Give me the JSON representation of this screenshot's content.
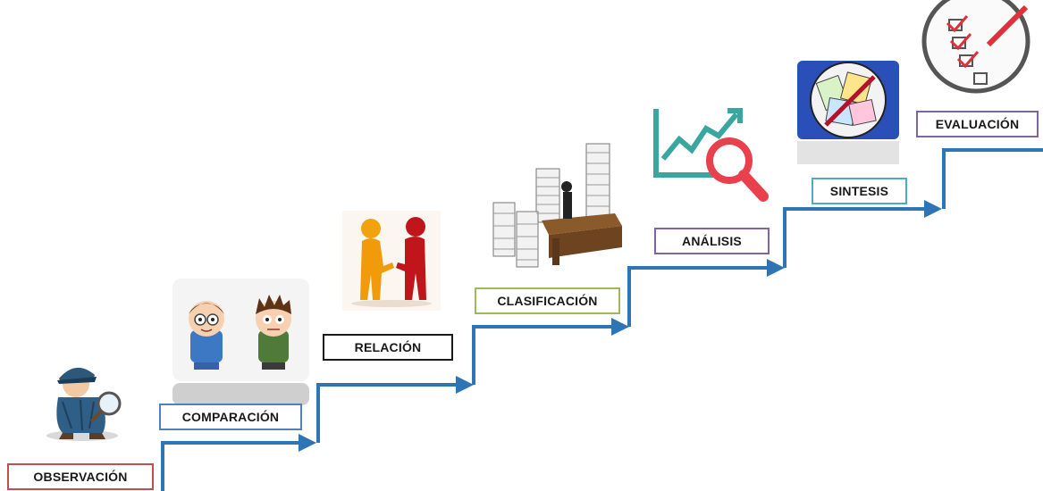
{
  "steps": [
    {
      "label": "OBSERVACIÓN",
      "border_color": "#c0504d"
    },
    {
      "label": "COMPARACIÓN",
      "border_color": "#4f81bd"
    },
    {
      "label": "RELACIÓN",
      "border_color": "#1a1a1a"
    },
    {
      "label": "CLASIFICACIÓN",
      "border_color": "#9bbb59"
    },
    {
      "label": "ANÁLISIS",
      "border_color": "#8064a2"
    },
    {
      "label": "SINTESIS",
      "border_color": "#4bacc6"
    },
    {
      "label": "EVALUACIÓN",
      "border_color": "#8064a2"
    }
  ],
  "icons": [
    "detective-magnifier-icon",
    "two-cartoon-kids-icon",
    "handshake-figures-icon",
    "office-desk-paper-stacks-icon",
    "trend-chart-magnifier-icon",
    "paper-notes-pen-icon",
    "checklist-pencil-icon"
  ],
  "colors": {
    "staircase_line": "#2e75b6"
  }
}
